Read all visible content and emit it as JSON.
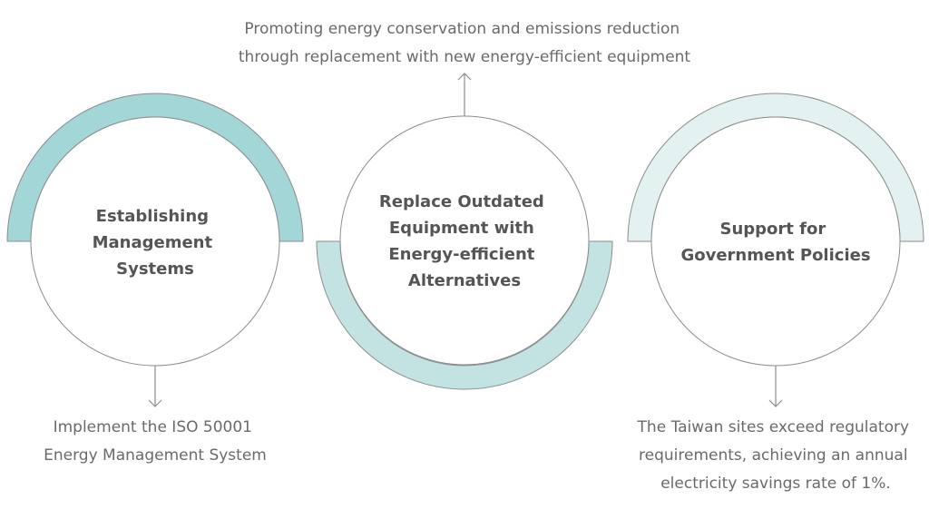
{
  "colors": {
    "band_1": "#a3d6d6",
    "band_2": "#c3e3e2",
    "band_3": "#e3f2f1",
    "outline": "#8c8c8c",
    "title_text": "#555555",
    "caption_text": "#6a6a6a"
  },
  "steps": [
    {
      "title_lines": [
        "Establishing",
        "Management",
        "Systems"
      ],
      "caption_lines": [
        "Implement the ISO 50001",
        "Energy Management System"
      ]
    },
    {
      "title_lines": [
        "Replace Outdated",
        "Equipment with",
        "Energy-efficient",
        "Alternatives"
      ],
      "caption_lines": [
        "Promoting energy conservation and emissions reduction",
        "through replacement with new energy-efficient equipment"
      ]
    },
    {
      "title_lines": [
        "Support for",
        "Government Policies"
      ],
      "caption_lines": [
        "The Taiwan sites exceed regulatory",
        "requirements, achieving an annual",
        "electricity savings rate of 1%."
      ]
    }
  ]
}
